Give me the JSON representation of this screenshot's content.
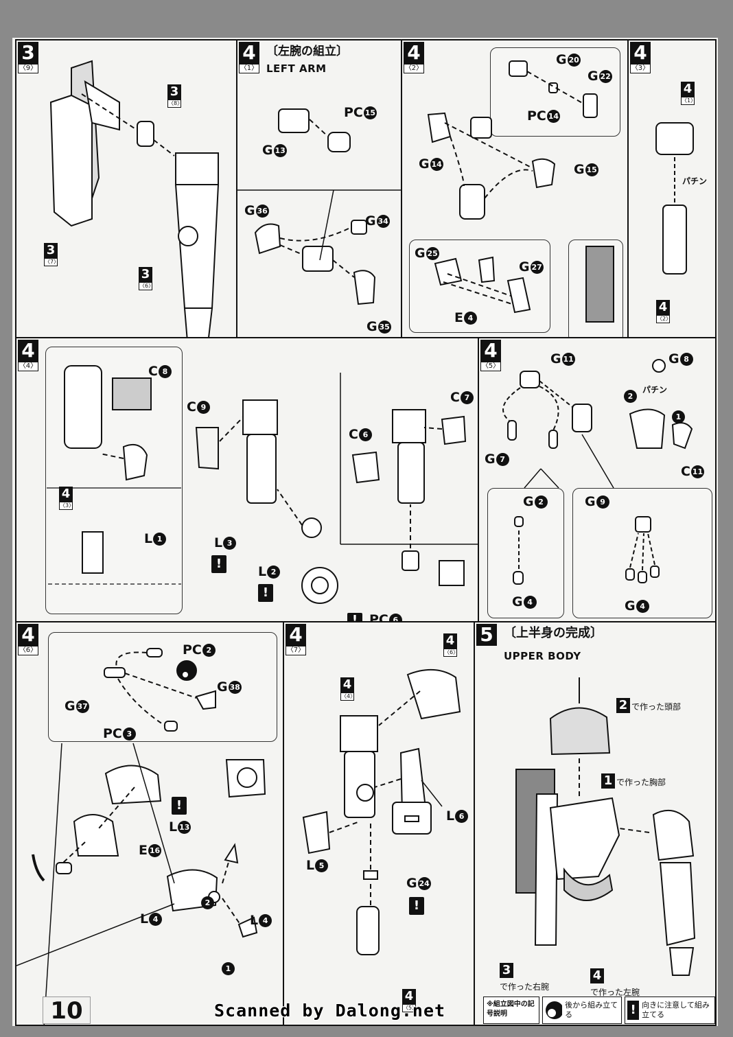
{
  "page": {
    "number": "10",
    "scan_credit": "Scanned by Dalong.net"
  },
  "panels": {
    "p3_9": {
      "step": "3",
      "sub": "〈9〉",
      "refs": [
        {
          "n": "3",
          "s": "〈8〉"
        },
        {
          "n": "3",
          "s": "〈7〉"
        },
        {
          "n": "3",
          "s": "〈6〉"
        }
      ]
    },
    "p4_1": {
      "step": "4",
      "sub": "〈1〉",
      "title": "〔左腕の組立〕",
      "subtitle": "LEFT ARM",
      "labels": {
        "pc": "PC",
        "g": "G"
      },
      "nums": {
        "pc15": "15",
        "g13": "13",
        "g36": "36",
        "g34": "34",
        "g35": "35"
      }
    },
    "p4_2": {
      "step": "4",
      "sub": "〈2〉",
      "nums": {
        "g20": "20",
        "g22": "22",
        "pc14": "14",
        "g14": "14",
        "g15": "15",
        "g25": "25",
        "g27": "27",
        "e4": "4"
      }
    },
    "p4_3": {
      "step": "4",
      "sub": "〈3〉",
      "refs": [
        {
          "n": "4",
          "s": "〈1〉"
        },
        {
          "n": "4",
          "s": "〈2〉"
        }
      ],
      "sound": "パチン"
    },
    "p4_4": {
      "step": "4",
      "sub": "〈4〉",
      "ref": {
        "n": "4",
        "s": "〈3〉"
      },
      "nums": {
        "c8": "8",
        "l1": "1",
        "c9": "9",
        "l3": "3",
        "l2": "2",
        "c7": "7",
        "c6": "6",
        "pc6": "6"
      }
    },
    "p4_5": {
      "step": "4",
      "sub": "〈5〉",
      "sound": "パチン",
      "nums": {
        "g11": "11",
        "g8": "8",
        "g7": "7",
        "c11": "11",
        "g2": "2",
        "g9": "9",
        "g4a": "4",
        "g4b": "4",
        "m1": "1",
        "m2": "2"
      }
    },
    "p4_6": {
      "step": "4",
      "sub": "〈6〉",
      "nums": {
        "pc2": "2",
        "g38": "38",
        "g37": "37",
        "pc3": "3",
        "l13": "13",
        "e16": "16",
        "l4a": "4",
        "l4b": "4",
        "m1": "1",
        "m2": "2"
      }
    },
    "p4_7": {
      "step": "4",
      "sub": "〈7〉",
      "refs": [
        {
          "n": "4",
          "s": "〈6〉"
        },
        {
          "n": "4",
          "s": "〈4〉"
        },
        {
          "n": "4",
          "s": "〈5〉"
        }
      ],
      "nums": {
        "l6": "6",
        "l5": "5",
        "g24": "24"
      }
    },
    "p5": {
      "step": "5",
      "title": "〔上半身の完成〕",
      "subtitle": "UPPER BODY",
      "notes": [
        {
          "n": "2",
          "text": "で作った頭部"
        },
        {
          "n": "1",
          "text": "で作った胸部"
        },
        {
          "n": "3",
          "text": "で作った右腕"
        },
        {
          "n": "4",
          "text": "で作った左腕"
        }
      ]
    }
  },
  "legend": {
    "title": "※組立図中の記号説明",
    "items": [
      {
        "icon": "rotate-later-icon",
        "text": "後から組み立てる"
      },
      {
        "icon": "caution-icon",
        "text": "向きに注意して組み立てる"
      }
    ]
  },
  "colors": {
    "ink": "#111111",
    "paper": "#f2f2f0",
    "background": "#8a8a8a"
  }
}
